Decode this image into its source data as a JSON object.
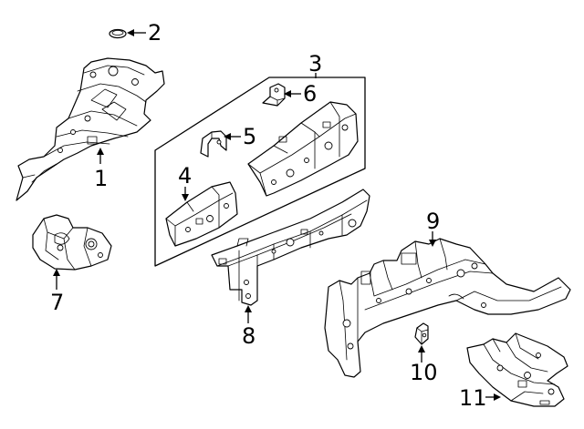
{
  "diagram": {
    "callouts": [
      {
        "id": "1",
        "label": "1"
      },
      {
        "id": "2",
        "label": "2"
      },
      {
        "id": "3",
        "label": "3"
      },
      {
        "id": "4",
        "label": "4"
      },
      {
        "id": "5",
        "label": "5"
      },
      {
        "id": "6",
        "label": "6"
      },
      {
        "id": "7",
        "label": "7"
      },
      {
        "id": "8",
        "label": "8"
      },
      {
        "id": "9",
        "label": "9"
      },
      {
        "id": "10",
        "label": "10"
      },
      {
        "id": "11",
        "label": "11"
      }
    ]
  },
  "colors": {
    "line": "#000000",
    "background": "#ffffff"
  }
}
